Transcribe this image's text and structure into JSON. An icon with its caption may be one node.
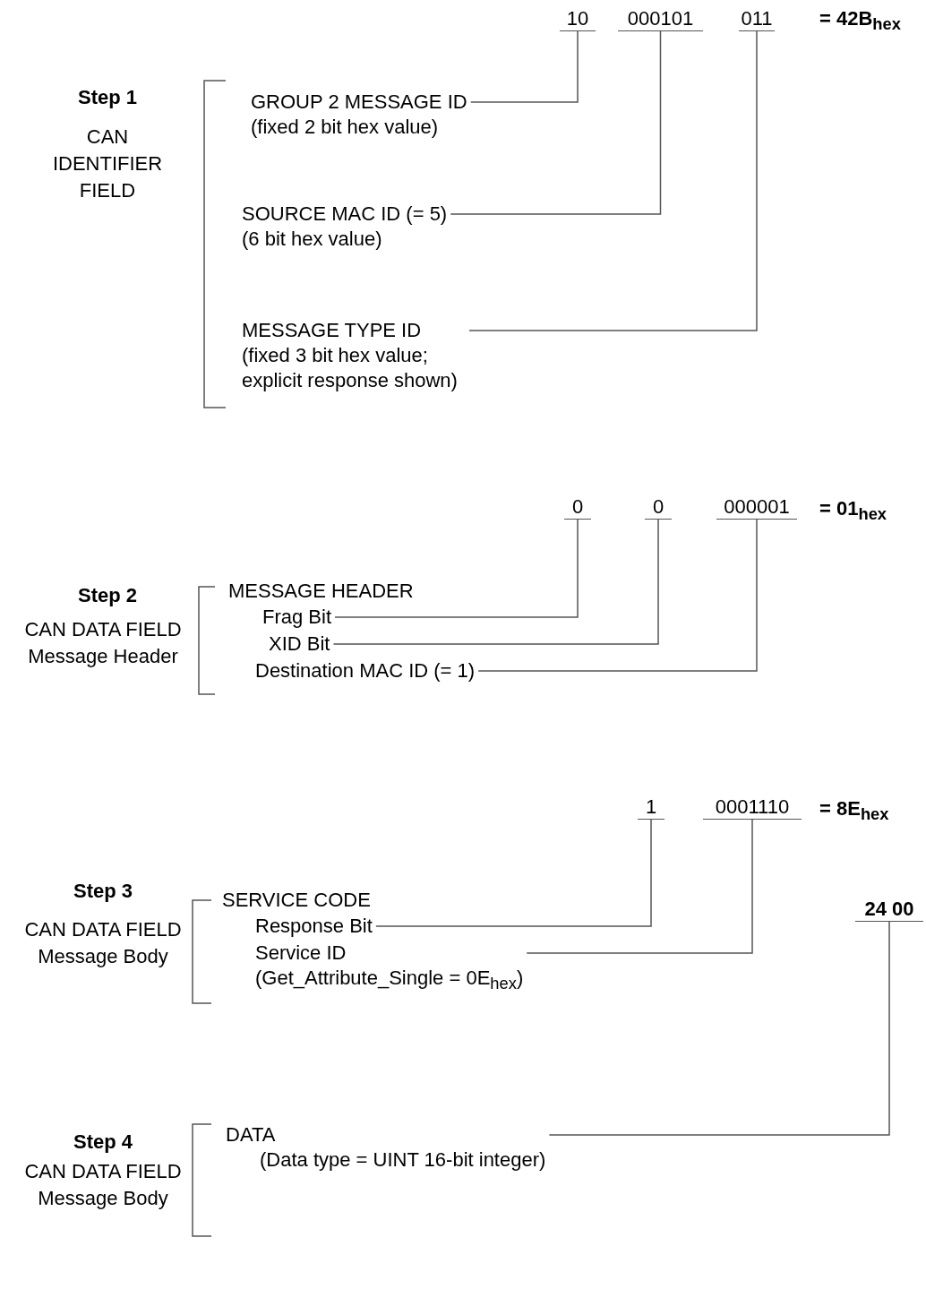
{
  "diagram": {
    "nodes": [
      {
        "text": [
          "10"
        ]
      },
      {
        "text": [
          "000101"
        ]
      },
      {
        "text": [
          "011"
        ]
      },
      {
        "text": [
          "GROUP 2 MESSAGE ID",
          "(fixed 2 bit hex value)"
        ]
      },
      {
        "text": [
          "SOURCE MAC ID (= 5)",
          "(6 bit hex value)"
        ]
      },
      {
        "text": [
          "MESSAGE TYPE  ID",
          "(fixed 3 bit hex value; explicit response shown)"
        ]
      },
      {
        "text": [
          "0"
        ]
      },
      {
        "text": [
          "0"
        ]
      },
      {
        "text": [
          "000001"
        ]
      },
      {
        "text": [
          "Frag Bit"
        ]
      },
      {
        "text": [
          "XID Bit"
        ]
      },
      {
        "text": [
          "Destination MAC ID (= 1)"
        ]
      },
      {
        "text": [
          "1"
        ]
      },
      {
        "text": [
          "0001110"
        ]
      },
      {
        "text": [
          "Response Bit"
        ]
      },
      {
        "text": [
          "Service ID",
          "(Get_Attribute_Single = 0E$_{hex}$)"
        ]
      },
      {
        "text": [
          "24 00"
        ]
      },
      {
        "text": [
          "DATA",
          "(Data type = UINT 16-bit integer)"
        ]
      }
    ],
    "edges": [
      {
        "from": 3,
        "to": 0,
        "arrow": "none"
      },
      {
        "from": 4,
        "to": 1,
        "arrow": "none"
      },
      {
        "from": 5,
        "to": 2,
        "arrow": "none"
      },
      {
        "from": 9,
        "to": 6,
        "arrow": "none"
      },
      {
        "from": 10,
        "to": 7,
        "arrow": "none"
      },
      {
        "from": 11,
        "to": 8,
        "arrow": "none"
      },
      {
        "from": 14,
        "to": 12,
        "arrow": "none"
      },
      {
        "from": 15,
        "to": 13,
        "arrow": "none"
      },
      {
        "from": 17,
        "to": 16,
        "arrow": "none"
      }
    ],
    "labels": [
      "= 42B$_{hex}$",
      "Step 1",
      "CAN IDENTIFIER FIELD",
      "= 01$_{hex}$",
      "MESSAGE HEADER",
      "Step 2",
      "CAN DATA FIELD Message Header",
      "= 8E$_{hex}$",
      "SERVICE CODE",
      "Step 3",
      "CAN DATA FIELD Message Body",
      "Step 4",
      "CAN DATA FIELD Message Body"
    ]
  }
}
